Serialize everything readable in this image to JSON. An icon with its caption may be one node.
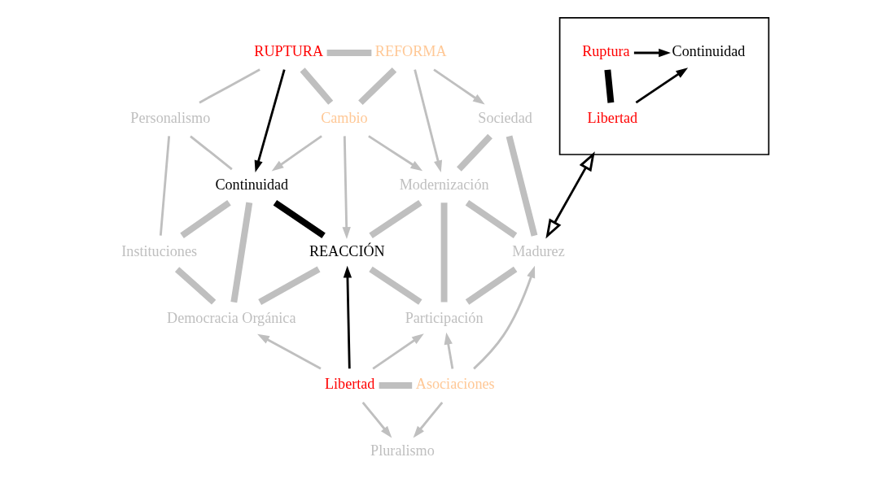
{
  "diagram": {
    "nodes": [
      {
        "text": [
          "RUPTURA"
        ]
      },
      {
        "text": [
          "REFORMA"
        ]
      },
      {
        "text": [
          "Personalismo"
        ]
      },
      {
        "text": [
          "Cambio"
        ]
      },
      {
        "text": [
          "Sociedad"
        ]
      },
      {
        "text": [
          "Continuidad"
        ]
      },
      {
        "text": [
          "Modernización"
        ]
      },
      {
        "text": [
          "Instituciones"
        ]
      },
      {
        "text": [
          "REACCIÓN"
        ]
      },
      {
        "text": [
          "Madurez"
        ]
      },
      {
        "text": [
          "Democracia Orgánica"
        ]
      },
      {
        "text": [
          "Participación"
        ]
      },
      {
        "text": [
          "Libertad"
        ]
      },
      {
        "text": [
          "Asociaciones"
        ]
      },
      {
        "text": [
          "Pluralismo"
        ]
      },
      {
        "text": [],
        "shape": "box"
      },
      {
        "text": [
          "Ruptura"
        ],
        "in": 15
      },
      {
        "text": [
          "Continuidad"
        ],
        "in": 15
      },
      {
        "text": [
          "Libertad"
        ],
        "in": 15
      }
    ],
    "edges": [
      {
        "from": 0,
        "to": 1,
        "arrow": "none",
        "style": "thick"
      },
      {
        "from": 0,
        "to": 2,
        "arrow": "none"
      },
      {
        "from": 0,
        "to": 3,
        "arrow": "none",
        "style": "thick"
      },
      {
        "from": 0,
        "to": 5,
        "arrow": "to",
        "color": "#000000"
      },
      {
        "from": 1,
        "to": 3,
        "arrow": "none",
        "style": "thick"
      },
      {
        "from": 1,
        "to": 6,
        "arrow": "to"
      },
      {
        "from": 1,
        "to": 4,
        "arrow": "to"
      },
      {
        "from": 2,
        "to": 5,
        "arrow": "none"
      },
      {
        "from": 2,
        "to": 7,
        "arrow": "none"
      },
      {
        "from": 3,
        "to": 5,
        "arrow": "to"
      },
      {
        "from": 3,
        "to": 6,
        "arrow": "to"
      },
      {
        "from": 3,
        "to": 8,
        "arrow": "to"
      },
      {
        "from": 4,
        "to": 6,
        "arrow": "none",
        "style": "thick"
      },
      {
        "from": 4,
        "to": 9,
        "arrow": "none",
        "style": "thick"
      },
      {
        "from": 5,
        "to": 7,
        "arrow": "none",
        "style": "thick"
      },
      {
        "from": 5,
        "to": 8,
        "arrow": "none",
        "style": "thick",
        "color": "#000000"
      },
      {
        "from": 5,
        "to": 10,
        "arrow": "none",
        "style": "thick"
      },
      {
        "from": 6,
        "to": 8,
        "arrow": "none",
        "style": "thick"
      },
      {
        "from": 6,
        "to": 9,
        "arrow": "none",
        "style": "thick"
      },
      {
        "from": 6,
        "to": 11,
        "arrow": "none",
        "style": "thick"
      },
      {
        "from": 7,
        "to": 10,
        "arrow": "none",
        "style": "thick"
      },
      {
        "from": 8,
        "to": 10,
        "arrow": "none",
        "style": "thick"
      },
      {
        "from": 8,
        "to": 11,
        "arrow": "none",
        "style": "thick"
      },
      {
        "from": 9,
        "to": 11,
        "arrow": "none",
        "style": "thick"
      },
      {
        "from": 12,
        "to": 8,
        "arrow": "to",
        "color": "#000000"
      },
      {
        "from": 12,
        "to": 10,
        "arrow": "to"
      },
      {
        "from": 12,
        "to": 11,
        "arrow": "to"
      },
      {
        "from": 12,
        "to": 13,
        "arrow": "none",
        "style": "thick"
      },
      {
        "from": 12,
        "to": 14,
        "arrow": "to"
      },
      {
        "from": 13,
        "to": 11,
        "arrow": "to"
      },
      {
        "from": 13,
        "to": 9,
        "arrow": "to"
      },
      {
        "from": 13,
        "to": 14,
        "arrow": "to"
      },
      {
        "from": 9,
        "to": 15,
        "arrow": "both",
        "color": "#000000"
      },
      {
        "from": 16,
        "to": 17,
        "arrow": "to",
        "color": "#000000"
      },
      {
        "from": 16,
        "to": 18,
        "arrow": "none",
        "style": "thick",
        "color": "#000000"
      },
      {
        "from": 18,
        "to": 17,
        "arrow": "to",
        "color": "#000000"
      }
    ]
  }
}
